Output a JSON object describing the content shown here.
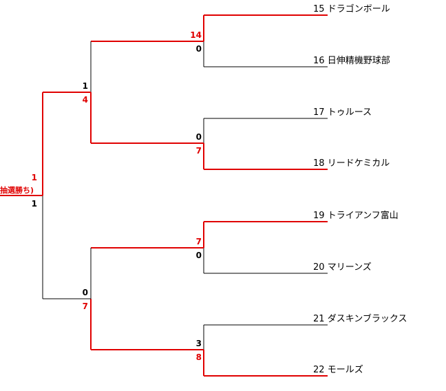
{
  "colors": {
    "winner_line": "#e00000",
    "loser_line": "#000000",
    "background": "#ffffff"
  },
  "teams": [
    {
      "seed": "15",
      "name": "ドラゴンボール"
    },
    {
      "seed": "16",
      "name": "日伸精機野球部"
    },
    {
      "seed": "17",
      "name": "トゥルース"
    },
    {
      "seed": "18",
      "name": "リードケミカル"
    },
    {
      "seed": "19",
      "name": "トライアンフ富山"
    },
    {
      "seed": "20",
      "name": "マリーンズ"
    },
    {
      "seed": "21",
      "name": "ダスキンブラックス"
    },
    {
      "seed": "22",
      "name": "モールズ"
    }
  ],
  "round1": [
    {
      "top_score": "14",
      "bottom_score": "0",
      "winner": "top"
    },
    {
      "top_score": "0",
      "bottom_score": "7",
      "winner": "bottom"
    },
    {
      "top_score": "7",
      "bottom_score": "0",
      "winner": "top"
    },
    {
      "top_score": "3",
      "bottom_score": "8",
      "winner": "bottom"
    }
  ],
  "round2": [
    {
      "top_score": "1",
      "bottom_score": "4",
      "winner": "bottom"
    },
    {
      "top_score": "0",
      "bottom_score": "7",
      "winner": "bottom"
    }
  ],
  "round3": {
    "top_score": "1",
    "bottom_score": "1",
    "winner": "top",
    "note": "抽選勝ち)"
  }
}
